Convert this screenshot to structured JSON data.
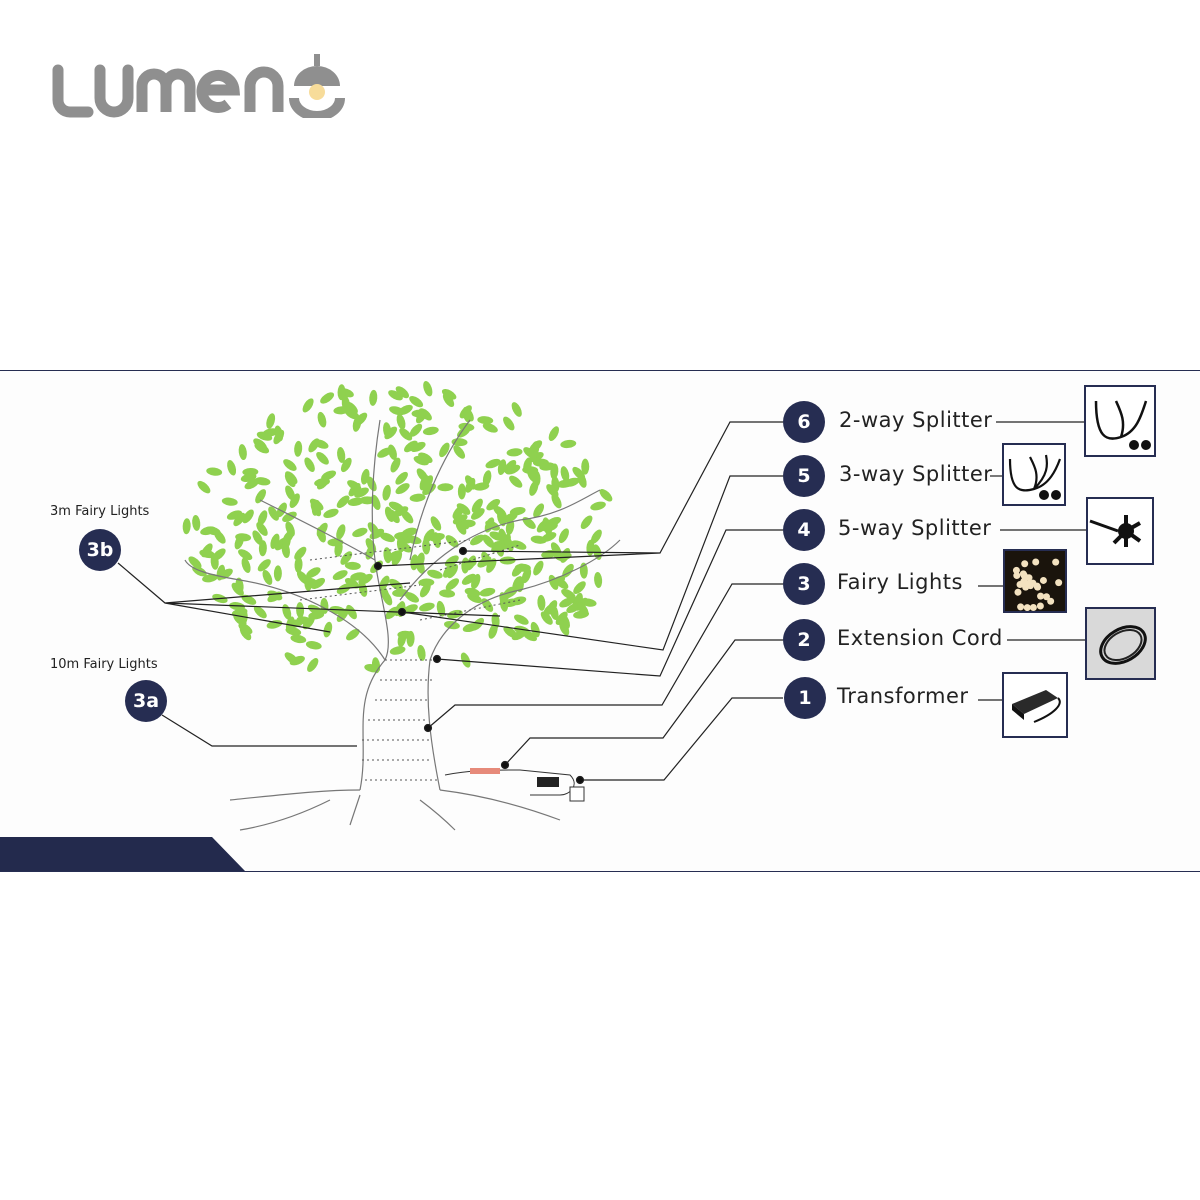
{
  "brand": {
    "logo_text": "LUMENT"
  },
  "callouts": {
    "left": [
      {
        "id": "3b",
        "caption": "3m Fairy Lights"
      },
      {
        "id": "3a",
        "caption": "10m Fairy Lights"
      }
    ],
    "right": [
      {
        "number": "6",
        "label": "2-way Splitter"
      },
      {
        "number": "5",
        "label": "3-way Splitter"
      },
      {
        "number": "4",
        "label": "5-way Splitter"
      },
      {
        "number": "3",
        "label": "Fairy Lights"
      },
      {
        "number": "2",
        "label": "Extension Cord"
      },
      {
        "number": "1",
        "label": "Transformer"
      }
    ]
  },
  "colors": {
    "navy": "#262d52",
    "leaf": "#8fd14f",
    "logo_gray": "#8f8f8f"
  }
}
